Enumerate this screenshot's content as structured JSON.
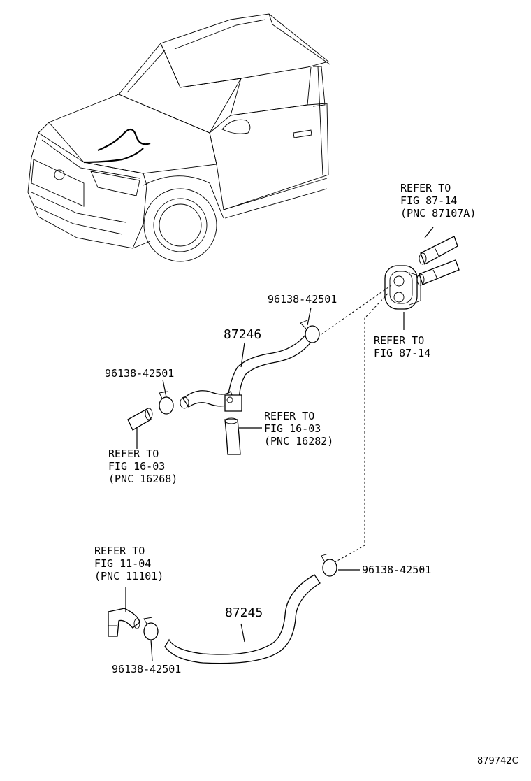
{
  "diagram": {
    "figure_id": "879742C",
    "parts": {
      "hose_upper": "87246",
      "hose_lower": "87245"
    },
    "clamps": {
      "upper_right": "96138-42501",
      "upper_left": "96138-42501",
      "lower_right": "96138-42501",
      "lower_left": "96138-42501"
    },
    "refs": {
      "top_right": [
        "REFER TO",
        "FIG 87-14",
        "(PNC 87107A)"
      ],
      "grommet": [
        "REFER TO",
        "FIG 87-14"
      ],
      "mid_left": [
        "REFER TO",
        "FIG 16-03",
        "(PNC 16268)"
      ],
      "mid_center": [
        "REFER TO",
        "FIG 16-03",
        "(PNC 16282)"
      ],
      "bottom_left": [
        "REFER TO",
        "FIG 11-04",
        "(PNC 11101)"
      ]
    }
  }
}
